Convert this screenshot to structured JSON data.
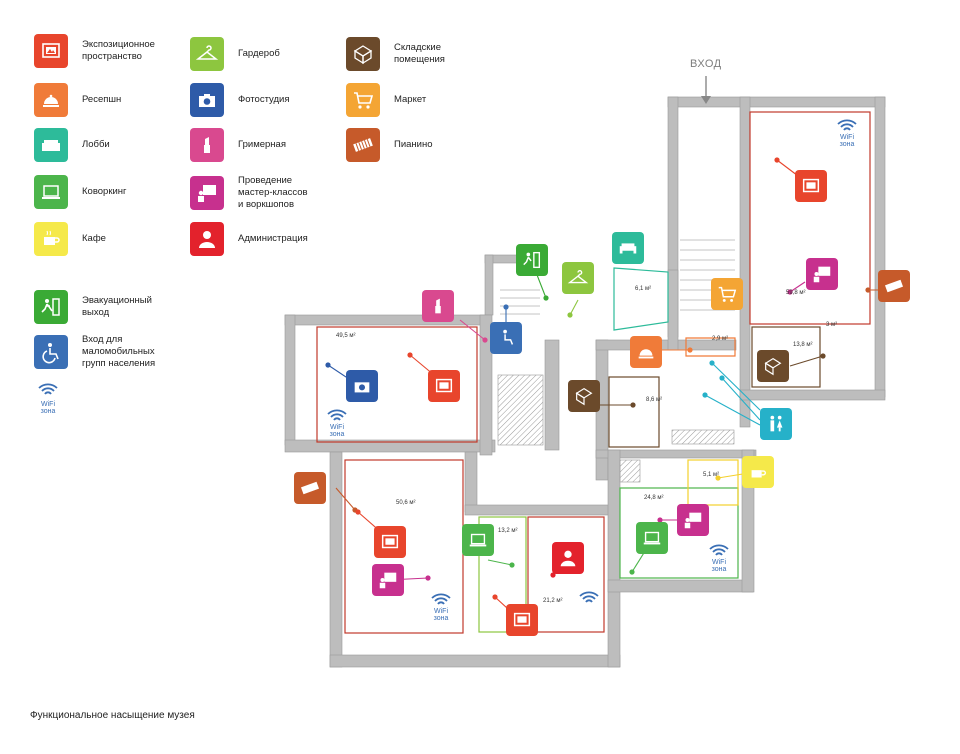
{
  "legend": [
    {
      "label": "Экспозиционное\nпространство",
      "icon": "exhibition-icon",
      "color": "#e8452c"
    },
    {
      "label": "Ресепшн",
      "icon": "reception-bell-icon",
      "color": "#f07b39"
    },
    {
      "label": "Лобби",
      "icon": "armchair-icon",
      "color": "#2dbb9a"
    },
    {
      "label": "Коворкинг",
      "icon": "laptop-icon",
      "color": "#4cb54b"
    },
    {
      "label": "Кафе",
      "icon": "coffee-cup-icon",
      "color": "#f5e94a"
    },
    {
      "label": "Гардероб",
      "icon": "hanger-icon",
      "color": "#8dc63f"
    },
    {
      "label": "Фотостудия",
      "icon": "camera-icon",
      "color": "#2e5ba8"
    },
    {
      "label": "Гримерная",
      "icon": "lipstick-icon",
      "color": "#d9498f"
    },
    {
      "label": "Проведение\nмастер-классов\nи воркшопов",
      "icon": "presenter-icon",
      "color": "#c7308e"
    },
    {
      "label": "Администрация",
      "icon": "admin-person-icon",
      "color": "#e3222c"
    },
    {
      "label": "Складские\nпомещения",
      "icon": "storage-box-icon",
      "color": "#6b4a2b"
    },
    {
      "label": "Маркет",
      "icon": "shopping-cart-icon",
      "color": "#f4a534"
    },
    {
      "label": "Пианино",
      "icon": "piano-keys-icon",
      "color": "#c65a2a"
    },
    {
      "label": "Эвакуационный\nвыход",
      "icon": "emergency-exit-icon",
      "color": "#3aaa35"
    },
    {
      "label": "Вход для\nмаломобильных\nгрупп населения",
      "icon": "wheelchair-icon",
      "color": "#3a6fb5"
    }
  ],
  "wifi_legend": {
    "label": "WiFi\nзона",
    "icon": "wifi-icon",
    "color": "#3a6fb5"
  },
  "entrance_label": "ВХОД",
  "areas": [
    "49,5 м²",
    "50,6 м²",
    "13,2 м²",
    "21,2 м²",
    "6,1 м²",
    "2,9 м²",
    "8,6 м²",
    "13,8 м²",
    "5,1 м²",
    "24,8 м²",
    "59,8 м²",
    "3 м²"
  ],
  "wifi_text": "WiFi\nзона",
  "caption": "Функциональное насыщение музея"
}
